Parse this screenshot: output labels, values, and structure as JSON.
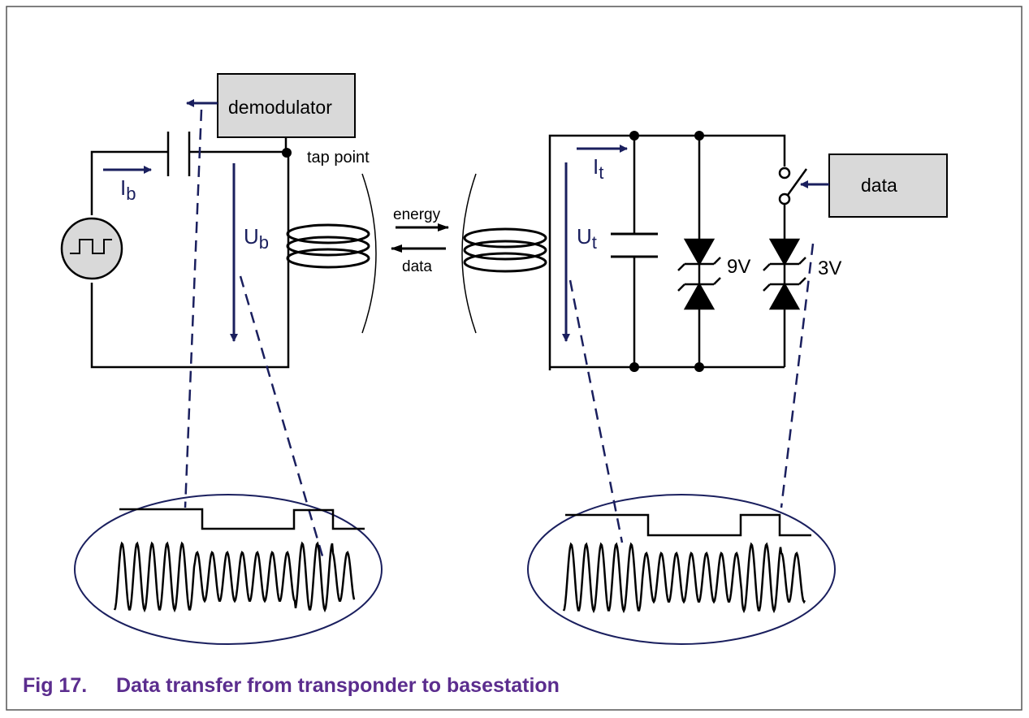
{
  "figure": {
    "number": "Fig 17.",
    "title": "Data transfer from transponder to basestation"
  },
  "labels": {
    "demodulator": "demodulator",
    "tap_point": "tap point",
    "energy": "energy",
    "data_arrow": "data",
    "data_box": "data",
    "ib_main": "I",
    "ib_sub": "b",
    "ub_main": "U",
    "ub_sub": "b",
    "it_main": "I",
    "it_sub": "t",
    "ut_main": "U",
    "ut_sub": "t",
    "zener_9v": "9V",
    "zener_3v": "3V"
  },
  "colors": {
    "caption": "#5b2d8e",
    "arrow": "#1a1f5e",
    "label": "#1a1f5e",
    "box_fill": "#d9d9d9",
    "ellipse_stroke": "#1a1f5e",
    "frame": "#555555"
  }
}
